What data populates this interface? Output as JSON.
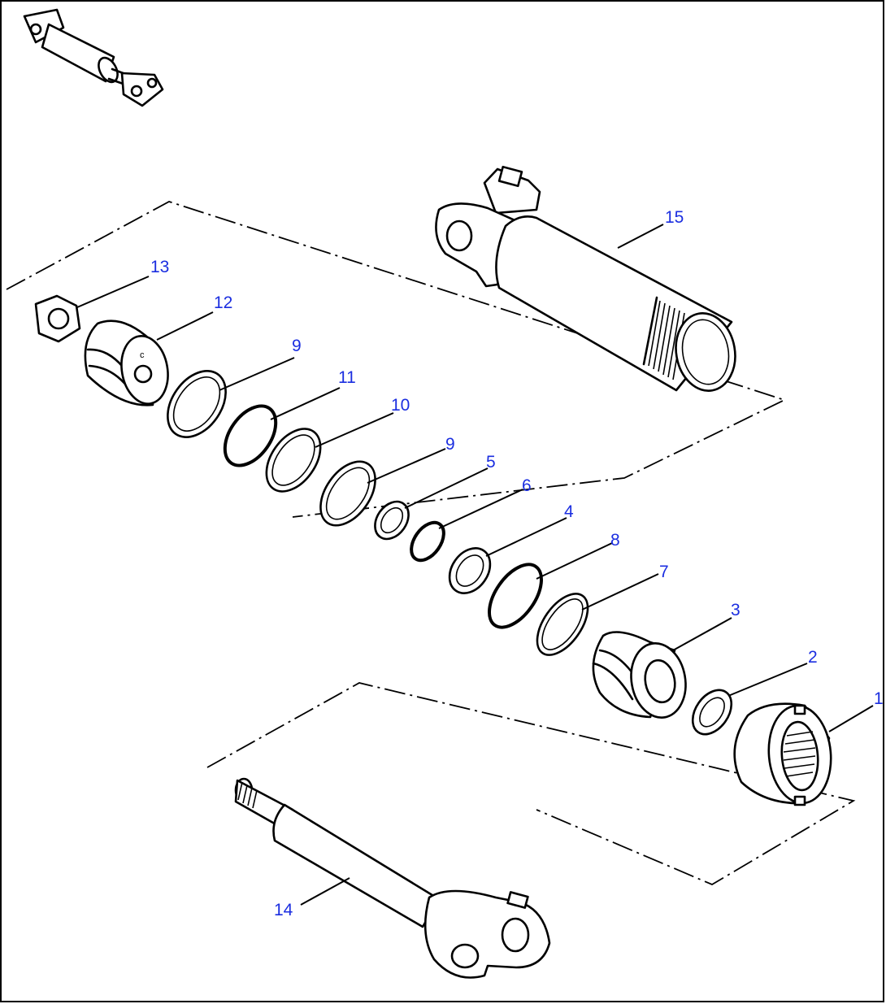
{
  "diagram": {
    "callouts": [
      {
        "id": "1",
        "text": "1"
      },
      {
        "id": "2",
        "text": "2"
      },
      {
        "id": "3",
        "text": "3"
      },
      {
        "id": "4",
        "text": "4"
      },
      {
        "id": "5",
        "text": "5"
      },
      {
        "id": "6",
        "text": "6"
      },
      {
        "id": "7",
        "text": "7"
      },
      {
        "id": "8",
        "text": "8"
      },
      {
        "id": "9a",
        "text": "9"
      },
      {
        "id": "9b",
        "text": "9"
      },
      {
        "id": "10",
        "text": "10"
      },
      {
        "id": "11",
        "text": "11"
      },
      {
        "id": "12",
        "text": "12"
      },
      {
        "id": "13",
        "text": "13"
      },
      {
        "id": "14",
        "text": "14"
      },
      {
        "id": "15",
        "text": "15"
      }
    ],
    "colors": {
      "callout": "#1b2ee0",
      "line": "#000000",
      "background": "#ffffff"
    }
  }
}
